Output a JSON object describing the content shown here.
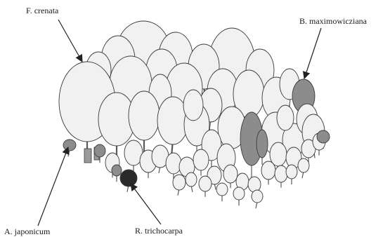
{
  "labels": {
    "f_crenata": "F. crenata",
    "b_maximowicziana": "B. maximowicziana",
    "a_japonicum": "A. japonicum",
    "r_trichocarpa": "R. trichocarpa"
  },
  "colors": {
    "crown_fill": "#f1f1f1",
    "crown_stroke": "#3a3a3a",
    "highlight_fill": "#8c8c8c",
    "dark_fill": "#2a2a2a",
    "trunk": "#5a5a5a"
  }
}
